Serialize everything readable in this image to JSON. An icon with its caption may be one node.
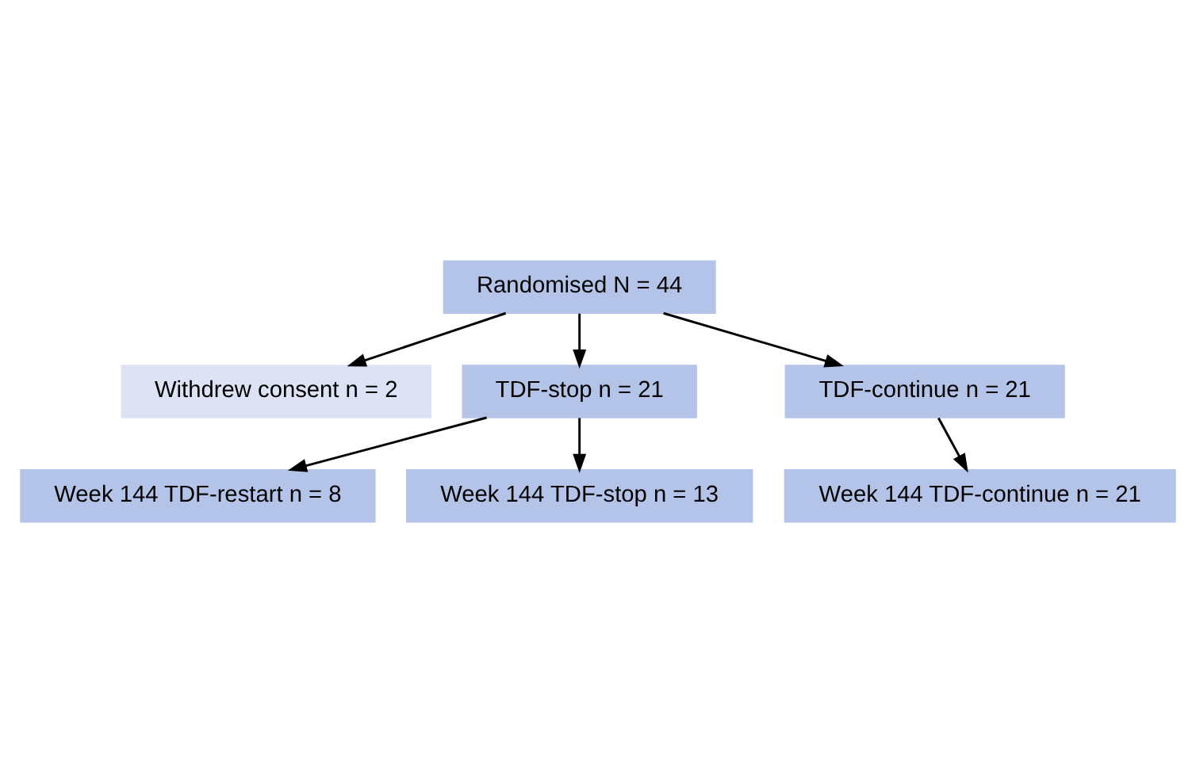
{
  "diagram": {
    "nodes": [
      {
        "text": [
          "Randomised N = 44"
        ]
      },
      {
        "text": [
          "Withdrew consent n = 2"
        ]
      },
      {
        "text": [
          "TDF-stop n = 21"
        ]
      },
      {
        "text": [
          "TDF-continue n = 21"
        ]
      },
      {
        "text": [
          "Week 144 TDF-restart n = 8"
        ]
      },
      {
        "text": [
          "Week 144 TDF-stop n = 13"
        ]
      },
      {
        "text": [
          "Week 144 TDF-continue n = 21"
        ]
      }
    ],
    "edges": [
      {
        "from": 0,
        "to": 1,
        "arrow": "to"
      },
      {
        "from": 0,
        "to": 2,
        "arrow": "to"
      },
      {
        "from": 0,
        "to": 3,
        "arrow": "to"
      },
      {
        "from": 2,
        "to": 4,
        "arrow": "to"
      },
      {
        "from": 2,
        "to": 5,
        "arrow": "to"
      },
      {
        "from": 3,
        "to": 6,
        "arrow": "to"
      }
    ]
  }
}
